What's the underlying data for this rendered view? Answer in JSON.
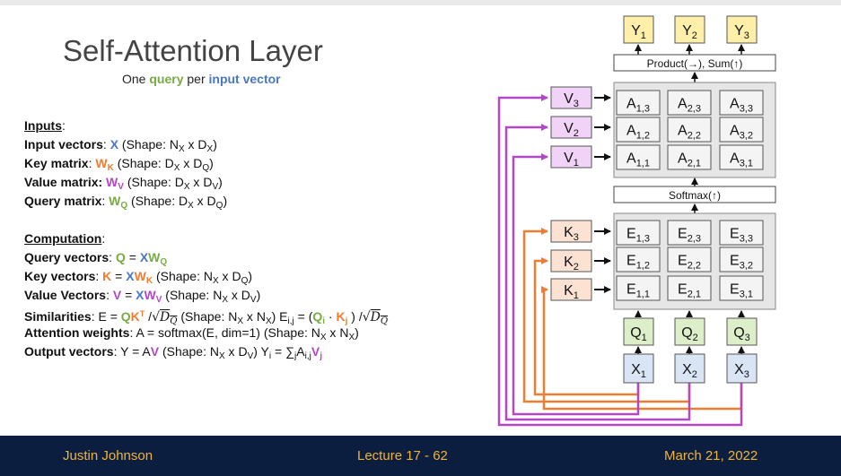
{
  "slide": {
    "title": "Self-Attention Layer",
    "subtitle": {
      "pre": "One ",
      "query": "query",
      "mid": " per ",
      "input": "input vector"
    }
  },
  "text": {
    "inputs_heading": "Inputs",
    "input_vectors": {
      "label": "Input vectors",
      "var": "X",
      "shape": "(Shape: N",
      "x": "X",
      "mid": " x D",
      "tail": ")"
    },
    "key_matrix": {
      "label": "Key matrix",
      "var": "W",
      "sub": "K",
      "shape": "(Shape: D",
      "s1": "X",
      "mid": " x D",
      "s2": "Q",
      "tail": ")"
    },
    "value_matrix": {
      "label": "Value matrix:",
      "var": "W",
      "sub": "V",
      "shape": "(Shape: D",
      "s1": "X",
      "mid": " x D",
      "s2": "V",
      "tail": ")"
    },
    "query_matrix": {
      "label": "Query matrix",
      "var": "W",
      "sub": "Q",
      "shape": "(Shape: D",
      "s1": "X",
      "mid": " x D",
      "s2": "Q",
      "tail": ")"
    },
    "computation_heading": "Computation",
    "query_vectors": {
      "label": "Query vectors",
      "lhs": "Q",
      "eq": " = ",
      "x": "XW",
      "sub": "Q"
    },
    "key_vectors": {
      "label": "Key vectors",
      "lhs": "K",
      "eq": " = ",
      "x": "XW",
      "sub": "K",
      "shape": "(Shape: N",
      "s1": "X",
      "mid": " x D",
      "s2": "Q",
      "tail": ")"
    },
    "value_vectors": {
      "label": "Value Vectors",
      "lhs": "V",
      "eq": " = ",
      "x": "XW",
      "sub": "V",
      "shape": "(Shape: N",
      "s1": "X",
      "mid": " x D",
      "s2": "V",
      "tail": ")"
    },
    "similarities": {
      "label": "Similarities",
      "eq": ": E = ",
      "q": "Q",
      "k": "K",
      "sup": "T",
      "div": " /",
      "root": "D",
      "rootsub": "Q",
      "shape": "(Shape: N",
      "s1": "X",
      "mid": " x N",
      "s2": "X",
      "tail": ") E",
      "eij": "i,j",
      "eq2": " = (",
      "qi": "Q",
      "i": "i",
      "dot": " · ",
      "kj": "K",
      "j": "j",
      "close": " ) /"
    },
    "attention_weights": {
      "label": "Attention weights",
      "rest": ": A = softmax(E, dim=1)  (Shape: N",
      "s1": "X",
      "mid": " x N",
      "s2": "X",
      "tail": ")"
    },
    "output_vectors": {
      "label": "Output vectors",
      "rest": ": Y = A",
      "v": "V",
      "shape": " (Shape: N",
      "s1": "X",
      "mid": " x D",
      "s2": "V",
      "tail": ") Y",
      "i": "i",
      "eq": " = ∑",
      "j": "j",
      "a": "A",
      "ij": "i,j",
      "vj": "V",
      "vjsub": "j"
    }
  },
  "diagram": {
    "outputs": [
      {
        "base": "Y",
        "sub": "1"
      },
      {
        "base": "Y",
        "sub": "2"
      },
      {
        "base": "Y",
        "sub": "3"
      }
    ],
    "product_label": "Product(→),  Sum(↑)",
    "softmax_label": "Softmax(↑)",
    "values": [
      {
        "base": "V",
        "sub": "3"
      },
      {
        "base": "V",
        "sub": "2"
      },
      {
        "base": "V",
        "sub": "1"
      }
    ],
    "keys": [
      {
        "base": "K",
        "sub": "3"
      },
      {
        "base": "K",
        "sub": "2"
      },
      {
        "base": "K",
        "sub": "1"
      }
    ],
    "a_grid": [
      [
        "1,3",
        "2,3",
        "3,3"
      ],
      [
        "1,2",
        "2,2",
        "3,2"
      ],
      [
        "1,1",
        "2,1",
        "3,1"
      ]
    ],
    "e_grid": [
      [
        "1,3",
        "2,3",
        "3,3"
      ],
      [
        "1,2",
        "2,2",
        "3,2"
      ],
      [
        "1,1",
        "2,1",
        "3,1"
      ]
    ],
    "a_base": "A",
    "e_base": "E",
    "queries": [
      {
        "base": "Q",
        "sub": "1"
      },
      {
        "base": "Q",
        "sub": "2"
      },
      {
        "base": "Q",
        "sub": "3"
      }
    ],
    "inputs": [
      {
        "base": "X",
        "sub": "1"
      },
      {
        "base": "X",
        "sub": "2"
      },
      {
        "base": "X",
        "sub": "3"
      }
    ],
    "colors": {
      "yellow": "#ffefa8",
      "purple": "#f0d3f6",
      "orange": "#fbe2d3",
      "green": "#dcefc8",
      "blue": "#d9e4f5",
      "grey": "#e6e6e6",
      "purple_line": "#b347c8",
      "orange_line": "#ef7d31"
    }
  },
  "footer": {
    "left": "Justin Johnson",
    "center": "Lecture 17 -   62",
    "right": "March 21, 2022"
  }
}
